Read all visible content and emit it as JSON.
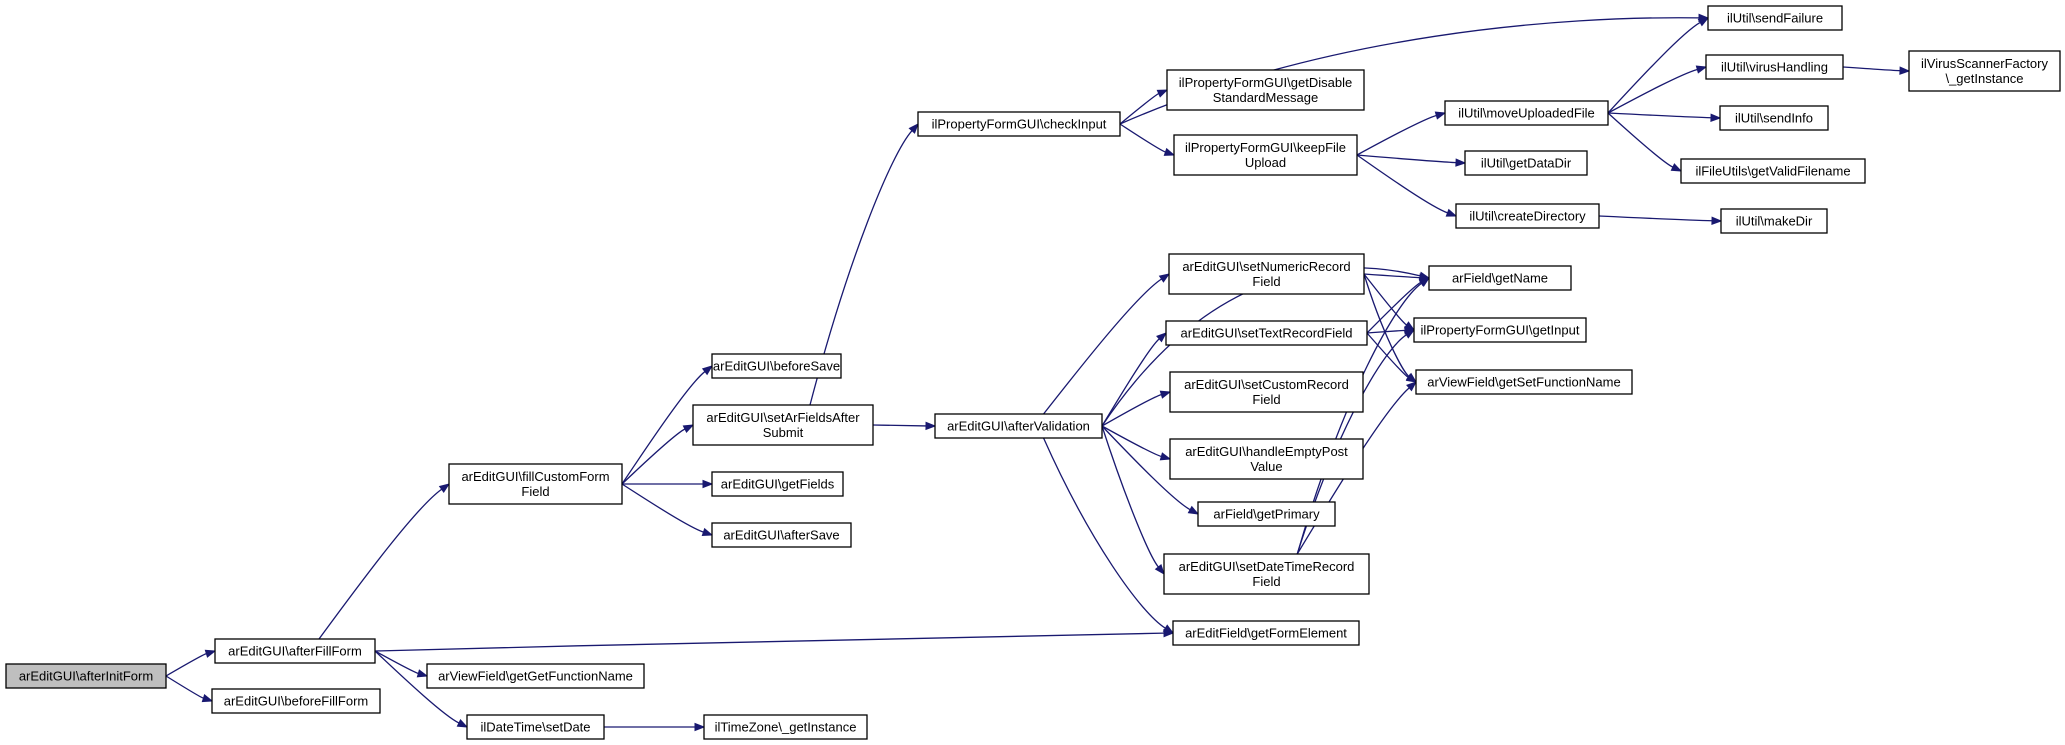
{
  "diagram": {
    "root": "afterInitForm",
    "colors": {
      "edge": "#191970",
      "node_border": "#000000",
      "root_fill": "#bfbfbf",
      "node_fill": "#ffffff"
    },
    "nodes": [
      {
        "id": "afterInitForm",
        "lines": [
          "arEditGUI\\afterInitForm"
        ]
      },
      {
        "id": "afterFillForm",
        "lines": [
          "arEditGUI\\afterFillForm"
        ]
      },
      {
        "id": "beforeFillForm",
        "lines": [
          "arEditGUI\\beforeFillForm"
        ]
      },
      {
        "id": "fillCustomFormField",
        "lines": [
          "arEditGUI\\fillCustomForm",
          "Field"
        ]
      },
      {
        "id": "getGetFunctionName",
        "lines": [
          "arViewField\\getGetFunctionName"
        ]
      },
      {
        "id": "setDate",
        "lines": [
          "ilDateTime\\setDate"
        ]
      },
      {
        "id": "tzGetInstance",
        "lines": [
          "ilTimeZone\\_getInstance"
        ]
      },
      {
        "id": "beforeSave",
        "lines": [
          "arEditGUI\\beforeSave"
        ]
      },
      {
        "id": "setArFieldsAfterSubmit",
        "lines": [
          "arEditGUI\\setArFieldsAfter",
          "Submit"
        ]
      },
      {
        "id": "getFields",
        "lines": [
          "arEditGUI\\getFields"
        ]
      },
      {
        "id": "afterSave",
        "lines": [
          "arEditGUI\\afterSave"
        ]
      },
      {
        "id": "checkInput",
        "lines": [
          "ilPropertyFormGUI\\checkInput"
        ]
      },
      {
        "id": "afterValidation",
        "lines": [
          "arEditGUI\\afterValidation"
        ]
      },
      {
        "id": "getDisableStandardMessage",
        "lines": [
          "ilPropertyFormGUI\\getDisable",
          "StandardMessage"
        ]
      },
      {
        "id": "keepFileUpload",
        "lines": [
          "ilPropertyFormGUI\\keepFile",
          "Upload"
        ]
      },
      {
        "id": "sendFailure",
        "lines": [
          "ilUtil\\sendFailure"
        ]
      },
      {
        "id": "moveUploadedFile",
        "lines": [
          "ilUtil\\moveUploadedFile"
        ]
      },
      {
        "id": "getDataDir",
        "lines": [
          "ilUtil\\getDataDir"
        ]
      },
      {
        "id": "createDirectory",
        "lines": [
          "ilUtil\\createDirectory"
        ]
      },
      {
        "id": "virusHandling",
        "lines": [
          "ilUtil\\virusHandling"
        ]
      },
      {
        "id": "sendInfo",
        "lines": [
          "ilUtil\\sendInfo"
        ]
      },
      {
        "id": "getValidFilename",
        "lines": [
          "ilFileUtils\\getValidFilename"
        ]
      },
      {
        "id": "makeDir",
        "lines": [
          "ilUtil\\makeDir"
        ]
      },
      {
        "id": "vsGetInstance",
        "lines": [
          "ilVirusScannerFactory",
          "\\_getInstance"
        ]
      },
      {
        "id": "setNumericRecordField",
        "lines": [
          "arEditGUI\\setNumericRecord",
          "Field"
        ]
      },
      {
        "id": "setTextRecordField",
        "lines": [
          "arEditGUI\\setTextRecordField"
        ]
      },
      {
        "id": "setCustomRecordField",
        "lines": [
          "arEditGUI\\setCustomRecord",
          "Field"
        ]
      },
      {
        "id": "handleEmptyPostValue",
        "lines": [
          "arEditGUI\\handleEmptyPost",
          "Value"
        ]
      },
      {
        "id": "getPrimary",
        "lines": [
          "arField\\getPrimary"
        ]
      },
      {
        "id": "setDateTimeRecordField",
        "lines": [
          "arEditGUI\\setDateTimeRecord",
          "Field"
        ]
      },
      {
        "id": "getFormElement",
        "lines": [
          "arEditField\\getFormElement"
        ]
      },
      {
        "id": "getName",
        "lines": [
          "arField\\getName"
        ]
      },
      {
        "id": "getInput",
        "lines": [
          "ilPropertyFormGUI\\getInput"
        ]
      },
      {
        "id": "getSetFunctionName",
        "lines": [
          "arViewField\\getSetFunctionName"
        ]
      }
    ],
    "edges": [
      [
        "afterInitForm",
        "afterFillForm"
      ],
      [
        "afterInitForm",
        "beforeFillForm"
      ],
      [
        "afterFillForm",
        "fillCustomFormField"
      ],
      [
        "afterFillForm",
        "getFormElement"
      ],
      [
        "afterFillForm",
        "getGetFunctionName"
      ],
      [
        "afterFillForm",
        "setDate"
      ],
      [
        "setDate",
        "tzGetInstance"
      ],
      [
        "fillCustomFormField",
        "beforeSave"
      ],
      [
        "fillCustomFormField",
        "setArFieldsAfterSubmit"
      ],
      [
        "fillCustomFormField",
        "getFields"
      ],
      [
        "fillCustomFormField",
        "afterSave"
      ],
      [
        "setArFieldsAfterSubmit",
        "checkInput"
      ],
      [
        "setArFieldsAfterSubmit",
        "afterValidation"
      ],
      [
        "checkInput",
        "sendFailure"
      ],
      [
        "checkInput",
        "getDisableStandardMessage"
      ],
      [
        "checkInput",
        "keepFileUpload"
      ],
      [
        "keepFileUpload",
        "moveUploadedFile"
      ],
      [
        "keepFileUpload",
        "getDataDir"
      ],
      [
        "keepFileUpload",
        "createDirectory"
      ],
      [
        "moveUploadedFile",
        "sendFailure"
      ],
      [
        "moveUploadedFile",
        "virusHandling"
      ],
      [
        "moveUploadedFile",
        "sendInfo"
      ],
      [
        "moveUploadedFile",
        "getValidFilename"
      ],
      [
        "virusHandling",
        "vsGetInstance"
      ],
      [
        "createDirectory",
        "makeDir"
      ],
      [
        "afterValidation",
        "getName"
      ],
      [
        "afterValidation",
        "setNumericRecordField"
      ],
      [
        "afterValidation",
        "setTextRecordField"
      ],
      [
        "afterValidation",
        "setCustomRecordField"
      ],
      [
        "afterValidation",
        "handleEmptyPostValue"
      ],
      [
        "afterValidation",
        "getPrimary"
      ],
      [
        "afterValidation",
        "setDateTimeRecordField"
      ],
      [
        "afterValidation",
        "getFormElement"
      ],
      [
        "setNumericRecordField",
        "getName"
      ],
      [
        "setNumericRecordField",
        "getInput"
      ],
      [
        "setNumericRecordField",
        "getSetFunctionName"
      ],
      [
        "setTextRecordField",
        "getName"
      ],
      [
        "setTextRecordField",
        "getInput"
      ],
      [
        "setTextRecordField",
        "getSetFunctionName"
      ],
      [
        "setDateTimeRecordField",
        "getName"
      ],
      [
        "setDateTimeRecordField",
        "getInput"
      ],
      [
        "setDateTimeRecordField",
        "getSetFunctionName"
      ]
    ]
  }
}
